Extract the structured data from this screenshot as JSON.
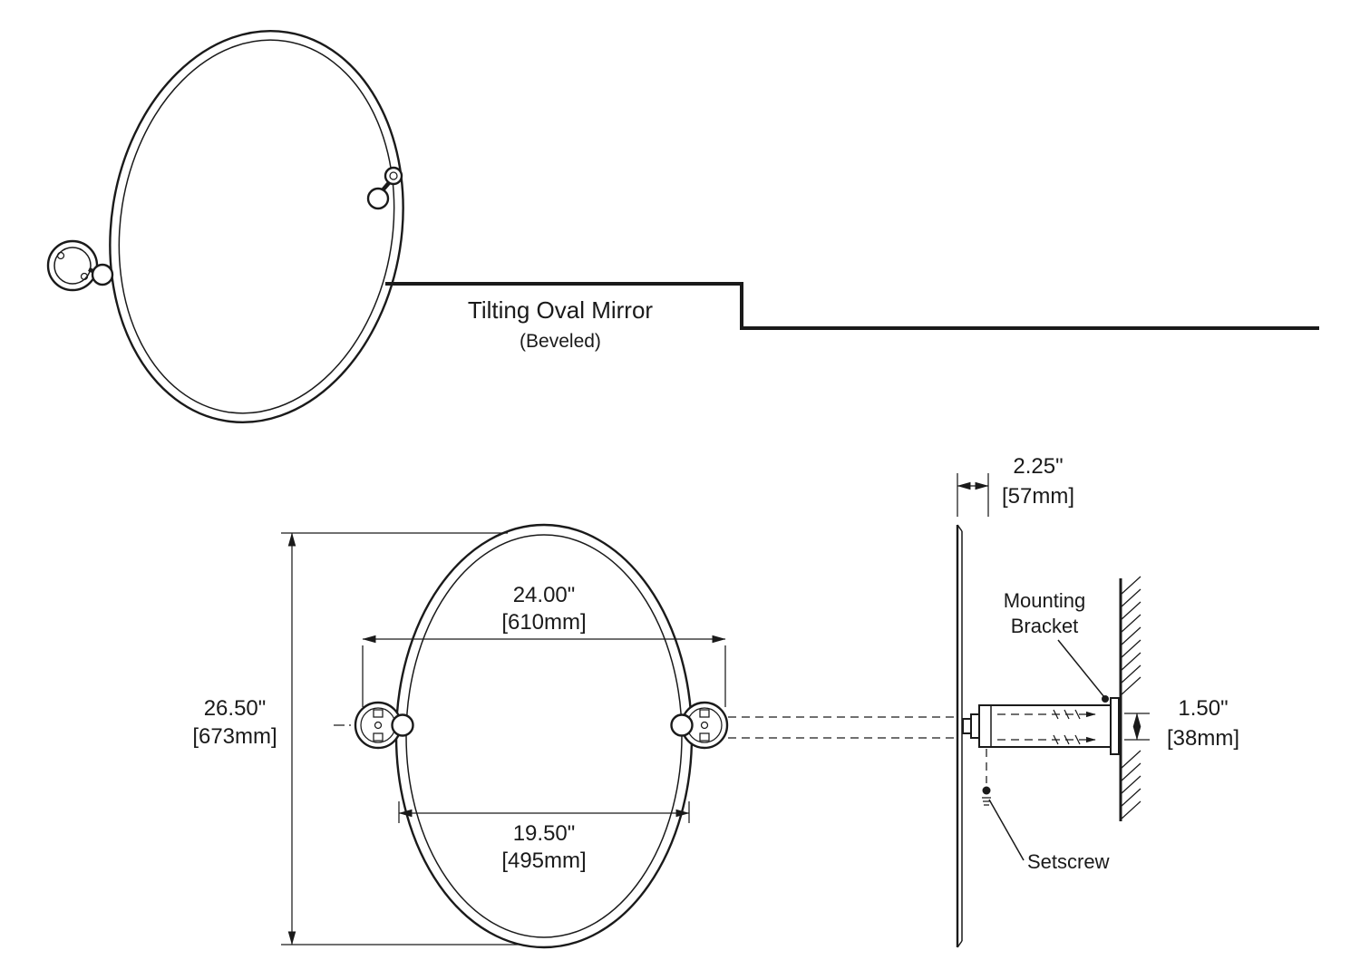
{
  "title": {
    "name": "Tilting Oval Mirror",
    "subtitle": "(Beveled)"
  },
  "front_view": {
    "dim_width_top_in": "24.00\"",
    "dim_width_top_mm": "[610mm]",
    "dim_width_bottom_in": "19.50\"",
    "dim_width_bottom_mm": "[495mm]",
    "dim_height_in": "26.50\"",
    "dim_height_mm": "[673mm]"
  },
  "side_view": {
    "dim_depth_in": "2.25\"",
    "dim_depth_mm": "[57mm]",
    "dim_bracket_in": "1.50\"",
    "dim_bracket_mm": "[38mm]",
    "label_mounting_line1": "Mounting",
    "label_mounting_line2": "Bracket",
    "label_setscrew": "Setscrew"
  },
  "colors": {
    "line": "#1a1a1a",
    "background": "#ffffff"
  }
}
